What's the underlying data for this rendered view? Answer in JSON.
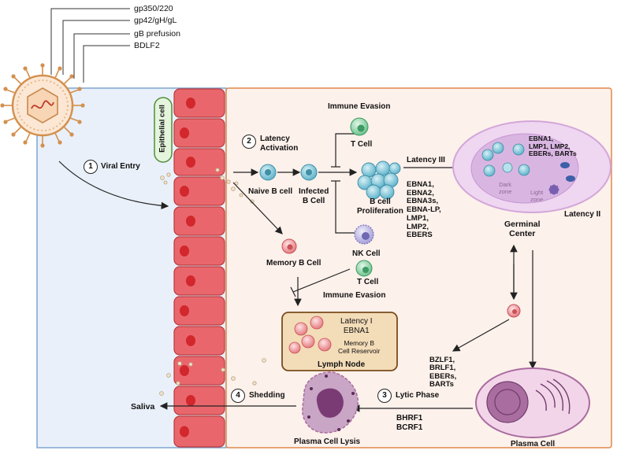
{
  "virus_proteins": [
    "gp350/220",
    "gp42/gH/gL",
    "gB prefusion",
    "BDLF2"
  ],
  "epithelial_cell_label": "Epithelial cell",
  "steps": {
    "viral_entry": {
      "number": "1",
      "label": "Viral Entry"
    },
    "latency_activation": {
      "number": "2",
      "label": "Latency\nActivation"
    },
    "lytic_phase": {
      "number": "3",
      "label": "Lytic Phase"
    },
    "shedding": {
      "number": "4",
      "label": "Shedding"
    }
  },
  "cells": {
    "naive_b_cell": "Naive B cell",
    "infected_b_cell": "Infected\nB Cell",
    "t_cell_top": "T Cell",
    "b_cell_proliferation": "B cell\nProliferation",
    "nk_cell": "NK Cell",
    "t_cell_bottom": "T Cell",
    "memory_b_cell": "Memory B Cell",
    "plasma_cell": "Plasma Cell",
    "plasma_cell_lysis": "Plasma Cell Lysis"
  },
  "immune_evasion_top": "Immune Evasion",
  "immune_evasion_bottom": "Immune Evasion",
  "latency_iii": {
    "title": "Latency III",
    "genes": "EBNA1,\nEBNA2,\nEBNA3s,\nEBNA-LP,\nLMP1,\nLMP2,\nEBERS"
  },
  "germinal_center": {
    "title": "Germinal\nCenter",
    "latency": "Latency II",
    "genes": "EBNA1,\nLMP1, LMP2,\nEBERs, BARTs",
    "dark_zone": "Dark\nzone",
    "light_zone": "Light\nzone"
  },
  "lymph_node": {
    "latency": "Latency I\nEBNA1",
    "reservoir": "Memory B\nCell Reservoir",
    "title": "Lymph Node"
  },
  "lytic_genes": "BZLF1,\nBRLF1,\nEBERs,\nBARTs",
  "lysis_genes": "BHRF1\nBCRF1",
  "saliva": "Saliva",
  "colors": {
    "left_panel": "#e9f0f9",
    "left_border": "#7fa6cf",
    "right_panel": "#fdf1eb",
    "right_border": "#e0894a",
    "epithelial": "#e9676c",
    "nucleus": "#d2272c",
    "b_cell": "#7bc3d6",
    "t_cell": "#7fcf9c",
    "nk_cell": "#b9b3e0",
    "memory_cell": "#ee8a8e",
    "germinal": "#e7c7ec",
    "lymph_node": "#f3dcb8",
    "plasma": "#a96d9f"
  }
}
